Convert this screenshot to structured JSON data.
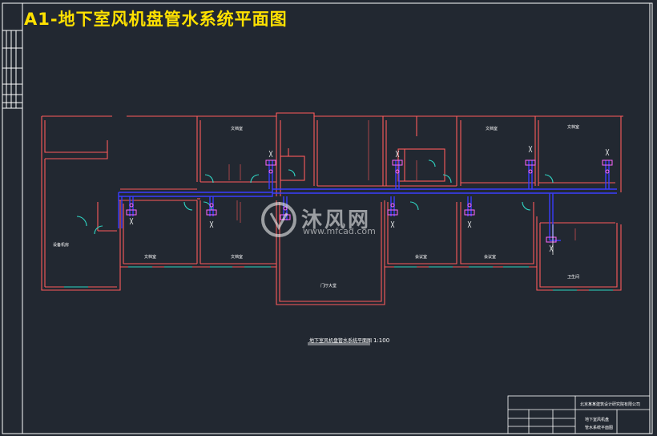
{
  "drawing": {
    "title": "A1-地下室风机盘管水系统平面图",
    "caption": "地下室风机盘管水系统平面图",
    "scale": "1:100"
  },
  "watermark": {
    "cn": "沐风网",
    "en": "www.mfcad.com"
  },
  "rooms": {
    "top_1": "文档室",
    "top_2": "文档室",
    "top_3": "文档室",
    "bottom_1": "文档室",
    "bottom_2": "文档室",
    "bottom_3": "会议室",
    "bottom_4": "会议室",
    "bottom_5": "卫生间",
    "left_big": "设备机房",
    "lobby": "门厅大堂"
  },
  "title_block": {
    "company": "北京某某建筑设计研究院有限公司",
    "drawing_name_1": "地下室风机盘",
    "drawing_name_2": "管水系统平面图"
  },
  "colors": {
    "background": "#222831",
    "frame": "#ffffff",
    "wall": "#ff5a5a",
    "pipe": "#3a3dff",
    "fitting": "#ff66ff",
    "door": "#2fd6c4",
    "title": "#ffe100"
  }
}
